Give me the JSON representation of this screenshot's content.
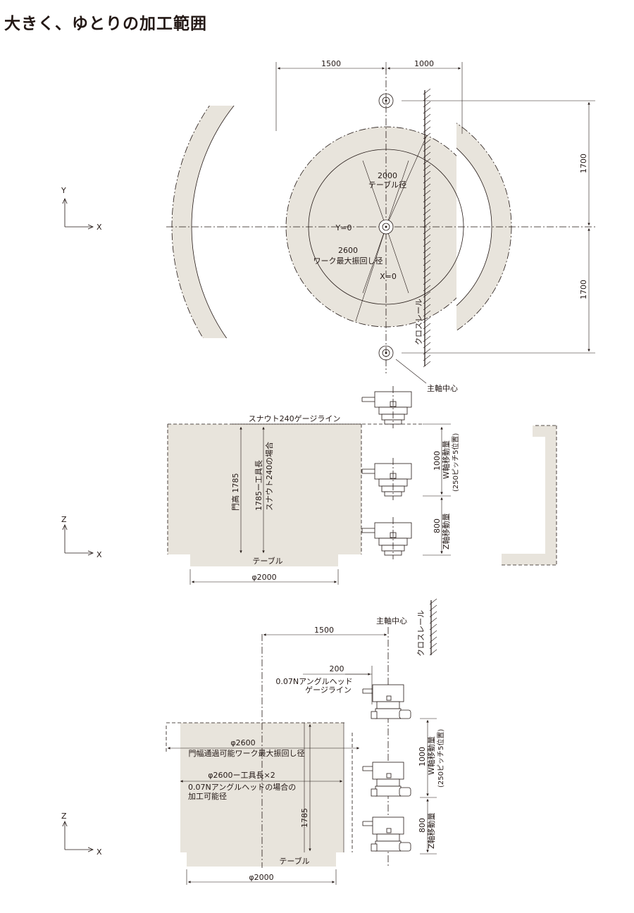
{
  "title": "大きく、ゆとりの加工範囲",
  "colors": {
    "work_fill": "#e8e4dc",
    "line": "#231815",
    "background": "#ffffff"
  },
  "axes": {
    "x": "X",
    "y": "Y",
    "z": "Z"
  },
  "top_view": {
    "dim_1500": "1500",
    "dim_1000": "1000",
    "dim_1700_upper": "1700",
    "dim_1700_lower": "1700",
    "table_dia_value": "2000",
    "table_dia_label": "テーブル径",
    "y0": "Y=0",
    "work_swing_value": "2600",
    "work_swing_label": "ワーク最大振回し径",
    "x0": "X=0",
    "cross_rail": "クロスレール",
    "spindle_center": "主軸中心"
  },
  "front_view": {
    "snout_gauge": "スナウト240ゲージライン",
    "portal_height": "門高 1785",
    "tool_formula": "1785ー工具長",
    "tool_formula_note": "スナウト240の場合",
    "w_value": "1000",
    "w_label": "W軸移動量",
    "w_pitch": "(250ピッチ5位置)",
    "z_value": "800",
    "z_label": "Z軸移動量",
    "table": "テーブル",
    "table_dia": "φ2000"
  },
  "side_view": {
    "spindle_center": "主軸中心",
    "cross_rail": "クロスレール",
    "dim_1500": "1500",
    "dim_200": "200",
    "angle_head_1": "0.07Nアングルヘッド",
    "angle_head_2": "ゲージライン",
    "portal_swing_value": "φ2600",
    "portal_swing_label": "門幅通過可能ワーク最大振回し径",
    "angle_formula": "φ2600ー工具長×2",
    "angle_note_1": "0.07Nアングルヘッドの場合の",
    "angle_note_2": "加工可能径",
    "height_1785": "1785",
    "w_value": "1000",
    "w_label": "W軸移動量",
    "w_pitch": "(250ピッチ5位置)",
    "z_value": "800",
    "z_label": "Z軸移動量",
    "table": "テーブル",
    "table_dia": "φ2000"
  }
}
